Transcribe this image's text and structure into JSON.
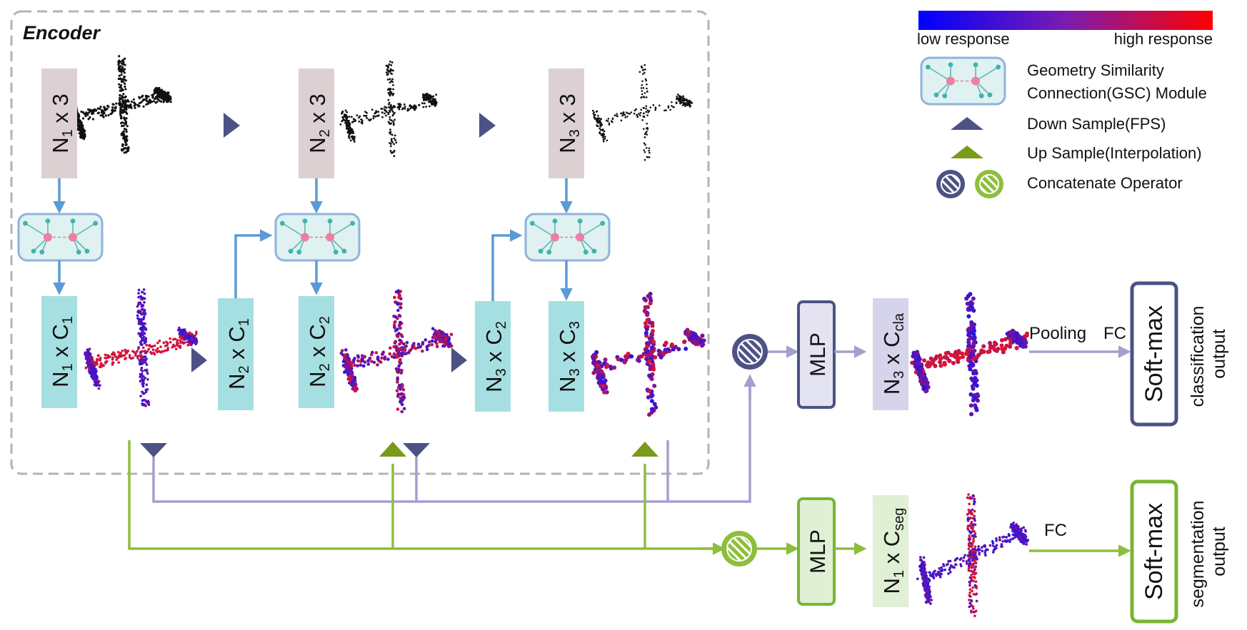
{
  "encoder": {
    "title": "Encoder"
  },
  "colorbar": {
    "low_label": "low response",
    "high_label": "high response",
    "low_color": "#0000ff",
    "high_color": "#ff0000"
  },
  "legend": {
    "gsc": [
      "Geometry Similarity",
      "Connection(GSC) Module"
    ],
    "down_sample": "Down Sample(FPS)",
    "up_sample": "Up Sample(Interpolation)",
    "concatenate": "Concatenate Operator"
  },
  "stages": {
    "s1_input": {
      "pre": "N",
      "sub": "1",
      "post": " x 3"
    },
    "s2_input": {
      "pre": "N",
      "sub": "2",
      "post": " x 3"
    },
    "s3_input": {
      "pre": "N",
      "sub": "3",
      "post": " x 3"
    },
    "s1_out": {
      "pre": "N",
      "sub": "1",
      "mid": " x C",
      "sub2": "1"
    },
    "s2_skip": {
      "pre": "N",
      "sub": "2",
      "mid": " x C",
      "sub2": "1"
    },
    "s2_out": {
      "pre": "N",
      "sub": "2",
      "mid": " x C",
      "sub2": "2"
    },
    "s3_skip": {
      "pre": "N",
      "sub": "3",
      "mid": " x C",
      "sub2": "2"
    },
    "s3_out": {
      "pre": "N",
      "sub": "3",
      "mid": " x C",
      "sub2": "3"
    }
  },
  "classification": {
    "mlp": "MLP",
    "feature": {
      "pre": "N",
      "sub": "3",
      "mid": " x C",
      "sub2": "cla"
    },
    "pooling": "Pooling",
    "fc": "FC",
    "softmax": "Soft-max",
    "output_label": [
      "classification",
      "output"
    ]
  },
  "segmentation": {
    "mlp": "MLP",
    "feature": {
      "pre": "N",
      "sub": "1",
      "mid": " x C",
      "sub2": "seg"
    },
    "fc": "FC",
    "softmax": "Soft-max",
    "output_label": [
      "segmentation",
      "output"
    ]
  },
  "colors": {
    "blue_arrow": "#5b9bd5",
    "purple_line": "#a59fcf",
    "green_line": "#8dbe3c",
    "dark_purple": "#4d5285",
    "green_tri": "#7a9a1a",
    "input_box": "#dcd0d3",
    "feature_box": "#a6dfe1",
    "gsc_box": "#dff1f1",
    "cla_box": "#d5d4ea",
    "seg_box": "#dff0d4"
  }
}
